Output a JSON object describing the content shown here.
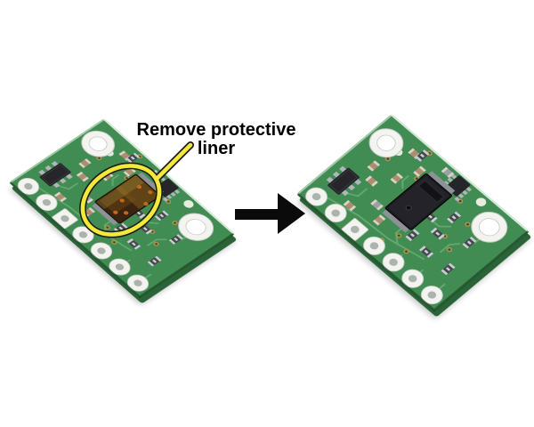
{
  "scene": {
    "type": "product-instruction-photo",
    "background": "#ffffff"
  },
  "annotation": {
    "full_label": "Remove protective liner",
    "label_line1": "Remove protective",
    "label_line2": "liner",
    "text_color": "#000000",
    "callout_color": "#f2e93c",
    "callout_outline": "#1c1c14"
  },
  "arrow": {
    "direction": "right",
    "color": "#0b0b0b"
  },
  "boards": {
    "left": {
      "label": "sensor board with protective liner on",
      "sensor_state": "liner-on"
    },
    "right": {
      "label": "sensor board with protective liner removed",
      "sensor_state": "liner-off"
    }
  },
  "palette": {
    "pcb_face": "#418c52",
    "pcb_side": "#2a6338",
    "trace": "#63a86f",
    "pad": "#f3f4f0",
    "pad_rim": "#c5c9c3",
    "pad_hole": "#adb2ad",
    "hole_inner": "#ffffff",
    "ic_body": "#26262a",
    "ic_pin": "#b0b5ba",
    "cap_body": "#ad8d6e",
    "cap_gray": "#9aa0a4",
    "cap_end": "#d9d4ca",
    "res_body": "#45484d",
    "res_end": "#c9ced3",
    "res_mark": "#e8eaec",
    "via_ring": "#b98f4a",
    "via_hole": "#27542f",
    "silk": "#e6ece0",
    "sensor_liner_base": "#3a2310",
    "sensor_liner_tint": "#c49628",
    "sensor_liner_dot": "#c06a1c",
    "sensor_black": "#1b1b1f",
    "sensor_pad_gray": "#8d9296"
  }
}
